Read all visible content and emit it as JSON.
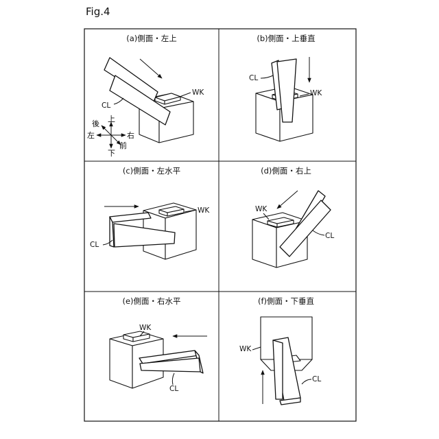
{
  "figure_title": "Fig.4",
  "labels": {
    "workpiece": "WK",
    "clamp": "CL"
  },
  "panels": [
    {
      "id": "a",
      "caption": "(a)側面・左上"
    },
    {
      "id": "b",
      "caption": "(b)側面・上垂直"
    },
    {
      "id": "c",
      "caption": "(c)側面・左水平"
    },
    {
      "id": "d",
      "caption": "(d)側面・右上"
    },
    {
      "id": "e",
      "caption": "(e)側面・右水平"
    },
    {
      "id": "f",
      "caption": "(f)側面・下垂直"
    }
  ],
  "axes": {
    "up": "上",
    "down": "下",
    "left": "左",
    "right": "右",
    "back": "後",
    "front": "前"
  }
}
